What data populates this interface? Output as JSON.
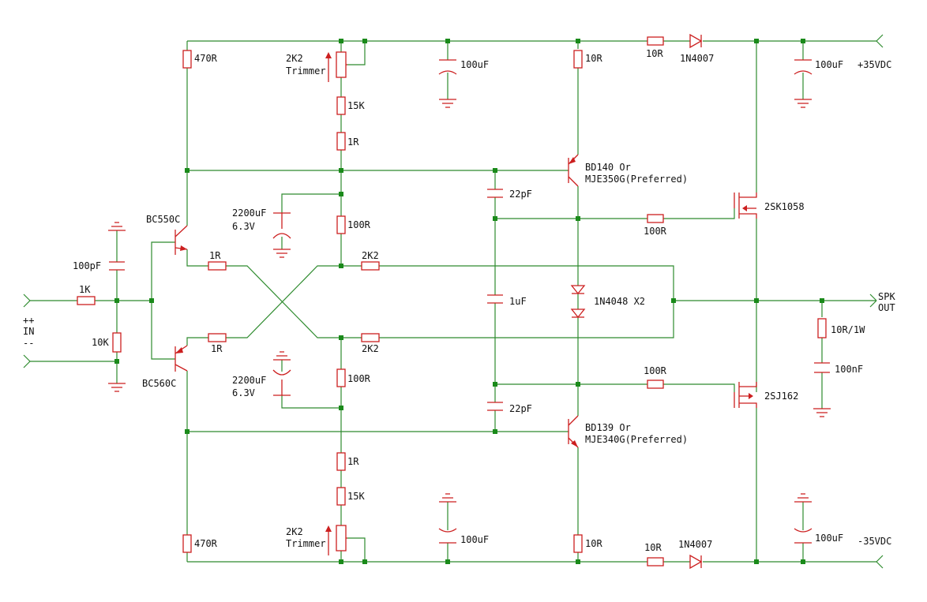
{
  "colors": {
    "wire": "#2e8b2e",
    "component": "#cc1f1f",
    "junction": "#1a8a1a",
    "text": "#111111",
    "background": "#ffffff"
  },
  "labels": {
    "r_470_top": "470R",
    "trim_top_a": "2K2",
    "trim_top_b": "Trimmer",
    "cap_100u_top_mid": "100uF",
    "r_10_top": "10R",
    "r_10_supply_top": "10R",
    "diode_top": "1N4007",
    "cap_100u_top_right": "100uF",
    "supply_pos": "+35VDC",
    "r_15k_top": "15K",
    "r_1_top": "1R",
    "q_bd140_a": "BD140 Or",
    "q_bd140_b": "MJE350G(Preferred)",
    "cap_22p_top": "22pF",
    "cap_2200_top_a": "2200uF",
    "cap_2200_top_b": "6.3V",
    "mosfet_top": "2SK1058",
    "q_bc550": "BC550C",
    "r_100_top": "100R",
    "r_100_gate_top": "100R",
    "cap_100p": "100pF",
    "r_1_emit_top": "1R",
    "r_2k2_top": "2K2",
    "r_1k_in": "1K",
    "cap_1u": "1uF",
    "diode_mid": "1N4048 X2",
    "spk_a": "SPK",
    "spk_b": "OUT",
    "in_pos": "++",
    "in_label": "IN",
    "in_neg": "--",
    "r_10_1w": "10R/1W",
    "r_10k_in": "10K",
    "r_1_emit_bot": "1R",
    "r_2k2_bot": "2K2",
    "q_bc560": "BC560C",
    "r_100_bot": "100R",
    "r_100_gate_bot": "100R",
    "cap_100n": "100nF",
    "cap_2200_bot_a": "2200uF",
    "cap_2200_bot_b": "6.3V",
    "mosfet_bot": "2SJ162",
    "cap_22p_bot": "22pF",
    "q_bd139_a": "BD139 Or",
    "q_bd139_b": "MJE340G(Preferred)",
    "r_1_bot": "1R",
    "r_15k_bot": "15K",
    "trim_bot_a": "2K2",
    "trim_bot_b": "Trimmer",
    "cap_100u_bot_mid": "100uF",
    "r_470_bot": "470R",
    "r_10_bot": "10R",
    "r_10_supply_bot": "10R",
    "diode_bot": "1N4007",
    "cap_100u_bot_right": "100uF",
    "supply_neg": "-35VDC"
  }
}
